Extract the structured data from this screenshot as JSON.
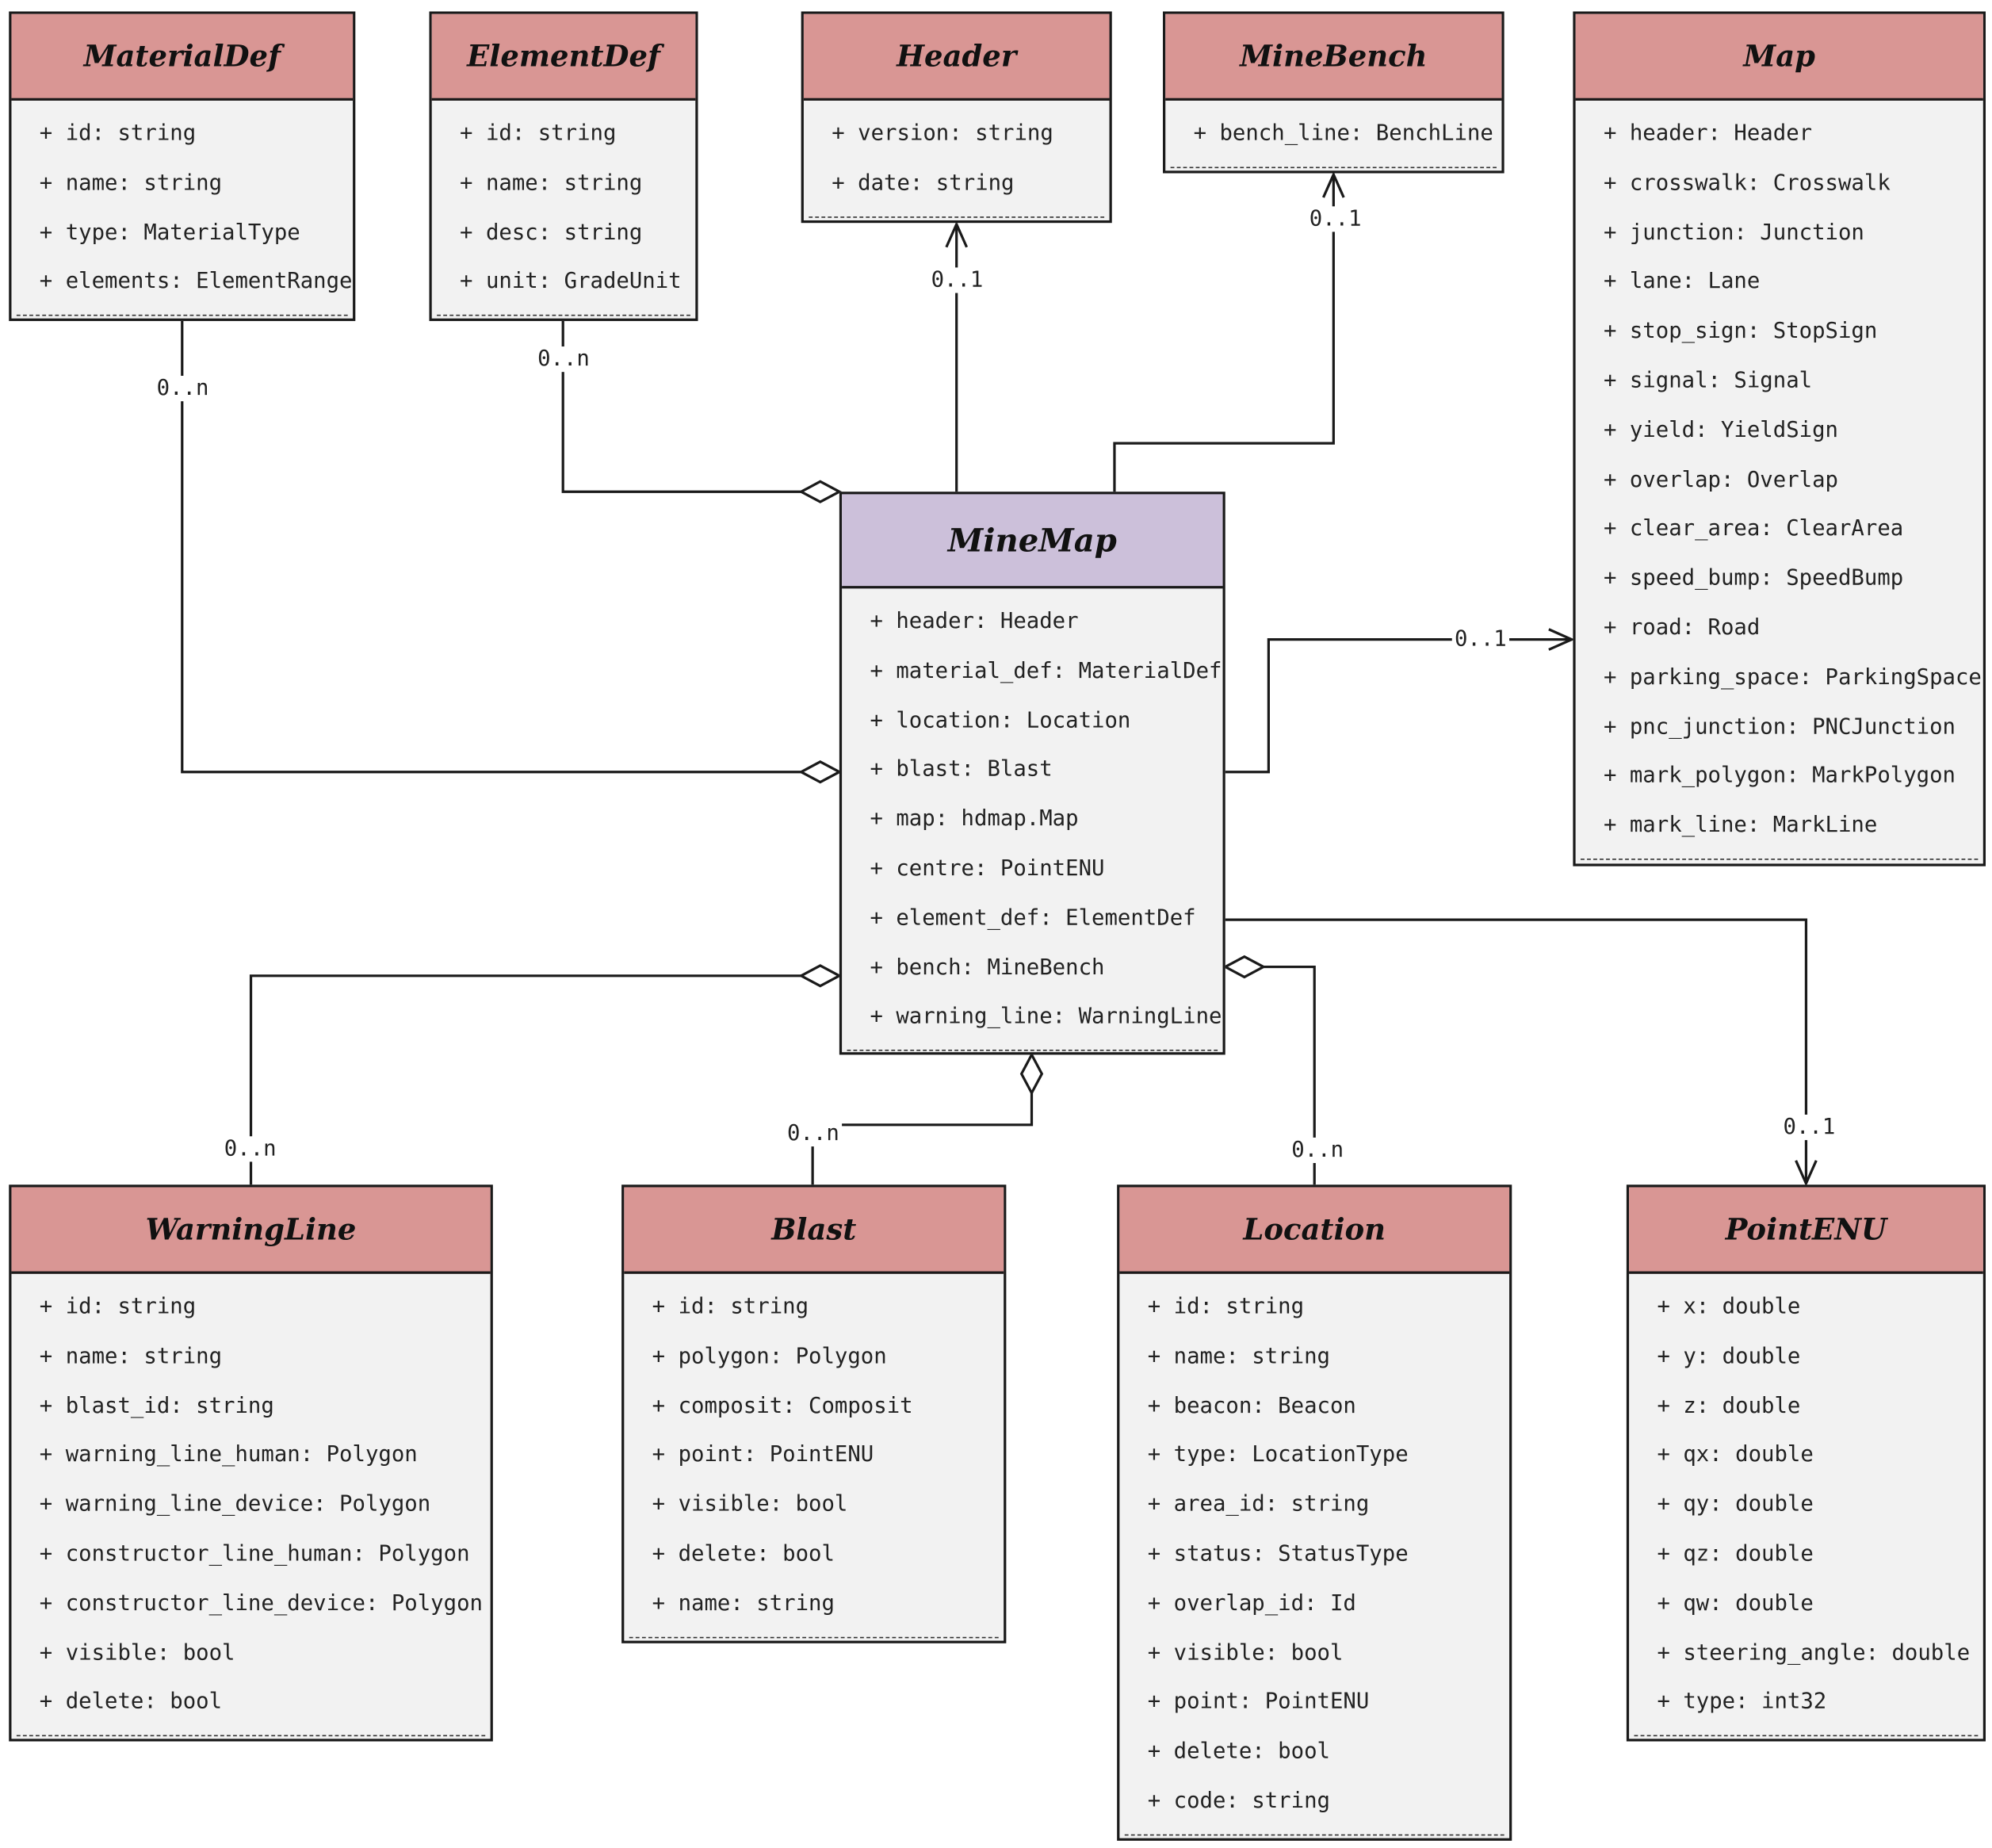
{
  "colors": {
    "class_header": "#d99694",
    "main_header": "#ccc0da",
    "body": "#f2f2f2",
    "line": "#1a1a1a"
  },
  "classes": {
    "materialdef": {
      "name": "MaterialDef",
      "attributes": [
        "+ id: string",
        "+ name: string",
        "+ type: MaterialType",
        "+ elements: ElementRange"
      ]
    },
    "elementdef": {
      "name": "ElementDef",
      "attributes": [
        "+ id: string",
        "+ name: string",
        "+ desc: string",
        "+ unit: GradeUnit"
      ]
    },
    "header": {
      "name": "Header",
      "attributes": [
        "+ version: string",
        "+ date: string"
      ]
    },
    "minebench": {
      "name": "MineBench",
      "attributes": [
        "+ bench_line: BenchLine"
      ]
    },
    "map": {
      "name": "Map",
      "attributes": [
        "+ header: Header",
        "+ crosswalk: Crosswalk",
        "+ junction: Junction",
        "+ lane: Lane",
        "+ stop_sign: StopSign",
        "+ signal: Signal",
        "+ yield: YieldSign",
        "+ overlap: Overlap",
        "+ clear_area: ClearArea",
        "+ speed_bump: SpeedBump",
        "+ road: Road",
        "+ parking_space: ParkingSpace",
        "+ pnc_junction: PNCJunction",
        "+ mark_polygon: MarkPolygon",
        "+ mark_line: MarkLine"
      ]
    },
    "minemap": {
      "name": "MineMap",
      "attributes": [
        "+ header: Header",
        "+ material_def: MaterialDef",
        "+ location: Location",
        "+ blast: Blast",
        "+ map: hdmap.Map",
        "+ centre: PointENU",
        "+ element_def: ElementDef",
        "+ bench: MineBench",
        "+ warning_line: WarningLine"
      ]
    },
    "warningline": {
      "name": "WarningLine",
      "attributes": [
        "+ id: string",
        "+ name: string",
        "+ blast_id: string",
        "+ warning_line_human: Polygon",
        "+ warning_line_device: Polygon",
        "+ constructor_line_human: Polygon",
        "+ constructor_line_device: Polygon",
        "+ visible: bool",
        "+ delete: bool"
      ]
    },
    "blast": {
      "name": "Blast",
      "attributes": [
        "+ id: string",
        "+ polygon: Polygon",
        "+ composit: Composit",
        "+ point: PointENU",
        "+ visible: bool",
        "+ delete: bool",
        "+ name: string"
      ]
    },
    "location": {
      "name": "Location",
      "attributes": [
        "+ id: string",
        "+ name: string",
        "+ beacon: Beacon",
        "+ type: LocationType",
        "+ area_id: string",
        "+ status: StatusType",
        "+ overlap_id: Id",
        "+ visible: bool",
        "+ point: PointENU",
        "+ delete: bool",
        "+ code: string"
      ]
    },
    "pointenu": {
      "name": "PointENU",
      "attributes": [
        "+ x: double",
        "+ y: double",
        "+ z: double",
        "+ qx: double",
        "+ qy: double",
        "+ qz: double",
        "+ qw: double",
        "+ steering_angle: double",
        "+ type: int32"
      ]
    }
  },
  "multiplicities": {
    "materialdef": "0..n",
    "elementdef": "0..n",
    "header": "0..1",
    "minebench": "0..1",
    "map": "0..1",
    "warningline": "0..n",
    "blast": "0..n",
    "location": "0..n",
    "pointenu": "0..1"
  }
}
